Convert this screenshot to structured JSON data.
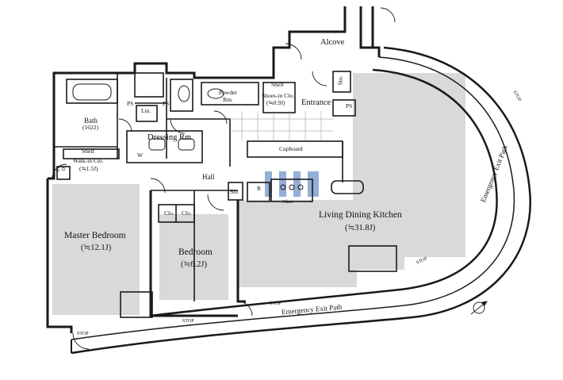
{
  "plan": {
    "rooms": {
      "alcove": "Alcove",
      "powder_rm": "Powder\nRm.",
      "shelf_top": "Shelf",
      "shoes_in_clo": "Shoes-in Clo.",
      "shoes_in_clo_area": "(≒0.9J)",
      "entrance": "Entrance",
      "bath": "Bath",
      "bath_area": "(1622)",
      "lin": "Lin.",
      "ps1": "PS",
      "ps2": "PS",
      "ps3": "PS",
      "sto_top": "Sto.",
      "dressing_rm": "Dressing Rm.",
      "w": "W",
      "cupboard": "Cupboard",
      "shelf_left": "Shelf",
      "walk_in_clo": "Walk-in Clo.",
      "walk_in_clo_area": "(≒1.5J)",
      "hall": "Hall",
      "sto": "Sto",
      "r": "R",
      "clo1": "Clo.",
      "clo2": "Clo.",
      "master_bedroom": "Master Bedroom",
      "master_bedroom_area": "(≒12.1J)",
      "bedroom": "Bedroom",
      "bedroom_area": "(≒6.2J)",
      "living_dining_kitchen": "Living Dining Kitchen",
      "ldk_area": "(≒31.8J)",
      "glass": "Glass",
      "emergency_exit_path_bottom": "Emergency Exit Path",
      "emergency_exit_path_right": "Emergency Exit Path",
      "stop1": "STOP",
      "stop2": "STOP",
      "stop3": "STOP",
      "stop4": "STOP",
      "stop5": "STOP",
      "upd": "UP\nD"
    },
    "colors": {
      "wall": "#1a1a1a",
      "room_fill": "#d9d9d9",
      "watermark": "#3d6db5",
      "background": "#ffffff"
    }
  }
}
